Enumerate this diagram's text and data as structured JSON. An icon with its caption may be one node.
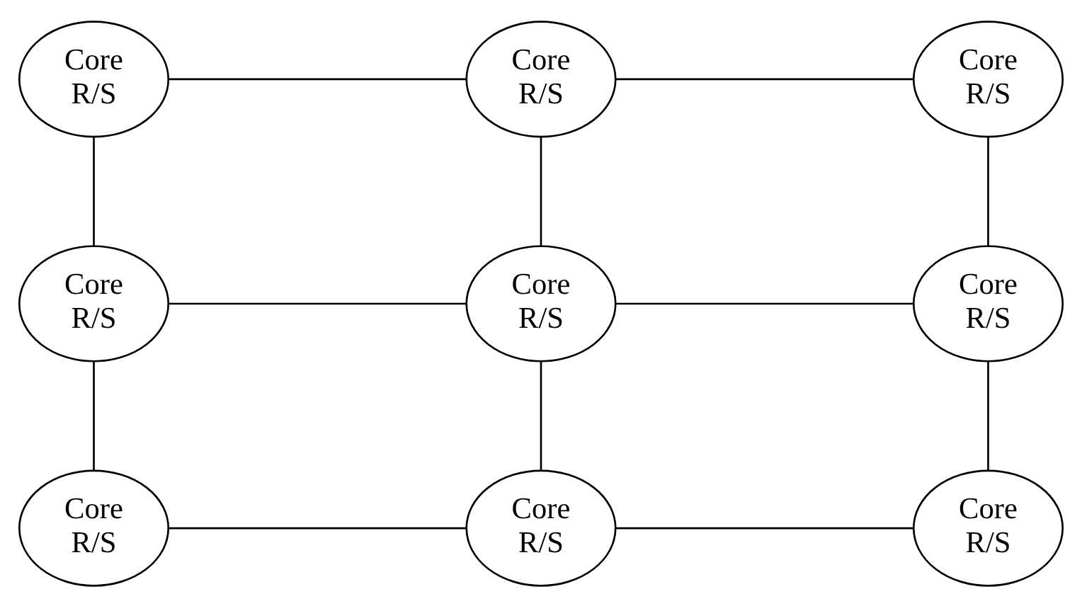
{
  "diagram": {
    "nodes": [
      {
        "text": [
          "Core R/S"
        ]
      },
      {
        "text": [
          "Core R/S"
        ]
      },
      {
        "text": [
          "Core R/S"
        ]
      },
      {
        "text": [
          "Core R/S"
        ]
      },
      {
        "text": [
          "Core R/S"
        ]
      },
      {
        "text": [
          "Core R/S"
        ]
      },
      {
        "text": [
          "Core R/S"
        ]
      },
      {
        "text": [
          "Core R/S"
        ]
      },
      {
        "text": [
          "Core R/S"
        ]
      }
    ],
    "edges": [
      {
        "from": 0,
        "to": 1,
        "arrow": "none"
      },
      {
        "from": 1,
        "to": 2,
        "arrow": "none"
      },
      {
        "from": 0,
        "to": 3,
        "arrow": "none"
      },
      {
        "from": 1,
        "to": 4,
        "arrow": "none"
      },
      {
        "from": 2,
        "to": 5,
        "arrow": "none"
      },
      {
        "from": 3,
        "to": 4,
        "arrow": "none"
      },
      {
        "from": 4,
        "to": 5,
        "arrow": "none"
      },
      {
        "from": 3,
        "to": 6,
        "arrow": "none"
      },
      {
        "from": 4,
        "to": 7,
        "arrow": "none"
      },
      {
        "from": 5,
        "to": 8,
        "arrow": "none"
      },
      {
        "from": 6,
        "to": 7,
        "arrow": "none"
      },
      {
        "from": 7,
        "to": 8,
        "arrow": "none"
      }
    ]
  }
}
